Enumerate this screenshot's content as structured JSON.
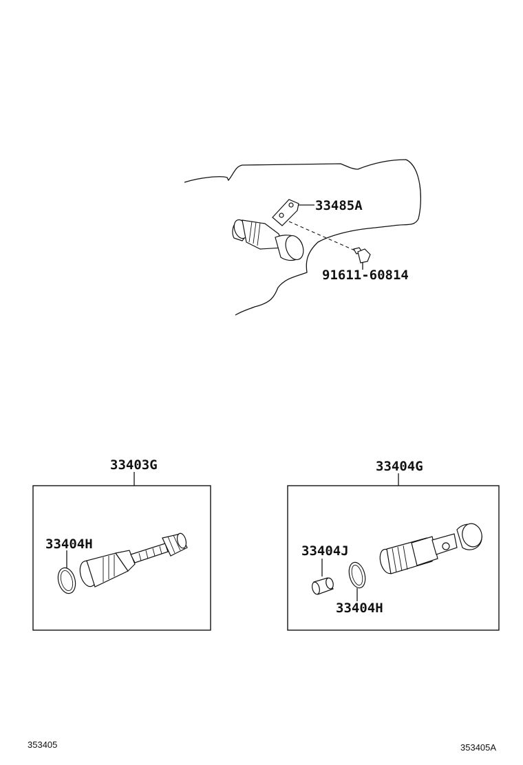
{
  "parts": {
    "bracket": "33485A",
    "bolt": "91611-60814",
    "assy_left": "33403G",
    "assy_right": "33404G",
    "oring_left": "33404H",
    "plug": "33404J",
    "oring_right": "33404H"
  },
  "footer": {
    "left_code": "353405",
    "right_code": "353405A"
  },
  "icons": [
    "transmission-case-outline",
    "speedometer-sensor",
    "bracket",
    "bolt",
    "o-ring",
    "driven-gear",
    "plug"
  ]
}
